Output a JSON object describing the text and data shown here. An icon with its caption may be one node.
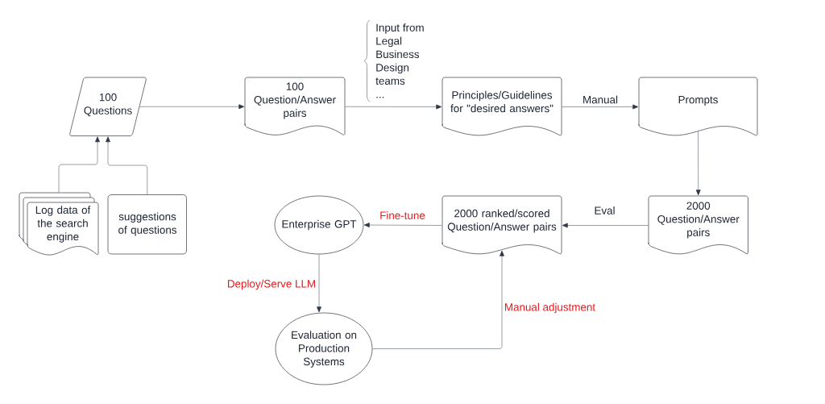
{
  "diagram": {
    "nodes": [
      {
        "text": [
          "100 Questions"
        ]
      },
      {
        "text": [
          "100 Question/Answer pairs"
        ]
      },
      {
        "text": [
          "Principles/Guidelines for \"desired answers\""
        ]
      },
      {
        "text": [
          "Prompts"
        ]
      },
      {
        "text": [
          "Log data of the search engine"
        ]
      },
      {
        "text": [
          "suggestions of questions"
        ]
      },
      {
        "text": [
          "Enterprise GPT"
        ]
      },
      {
        "text": [
          "2000 ranked/scored Question/Answer pairs"
        ]
      },
      {
        "text": [
          "2000 Question/Answer pairs"
        ]
      },
      {
        "text": [
          "Evaluation on Production Systems"
        ]
      }
    ],
    "edges": [
      {
        "from": 4,
        "to": 0,
        "arrow": "to"
      },
      {
        "from": 5,
        "to": 0,
        "arrow": "to"
      },
      {
        "from": 0,
        "to": 1,
        "arrow": "to"
      },
      {
        "from": 1,
        "to": 2,
        "arrow": "to",
        "label": "Input from Legal Business Design teams ..."
      },
      {
        "from": 2,
        "to": 3,
        "arrow": "to",
        "label": "Manual"
      },
      {
        "from": 3,
        "to": 8,
        "arrow": "to"
      },
      {
        "from": 8,
        "to": 7,
        "arrow": "to",
        "label": "Eval"
      },
      {
        "from": 7,
        "to": 6,
        "arrow": "to",
        "label": "Fine-tune"
      },
      {
        "from": 6,
        "to": 9,
        "arrow": "to",
        "label": "Deploy/Serve LLM"
      },
      {
        "from": 9,
        "to": 7,
        "arrow": "to",
        "label": "Manual adjustment"
      }
    ]
  }
}
